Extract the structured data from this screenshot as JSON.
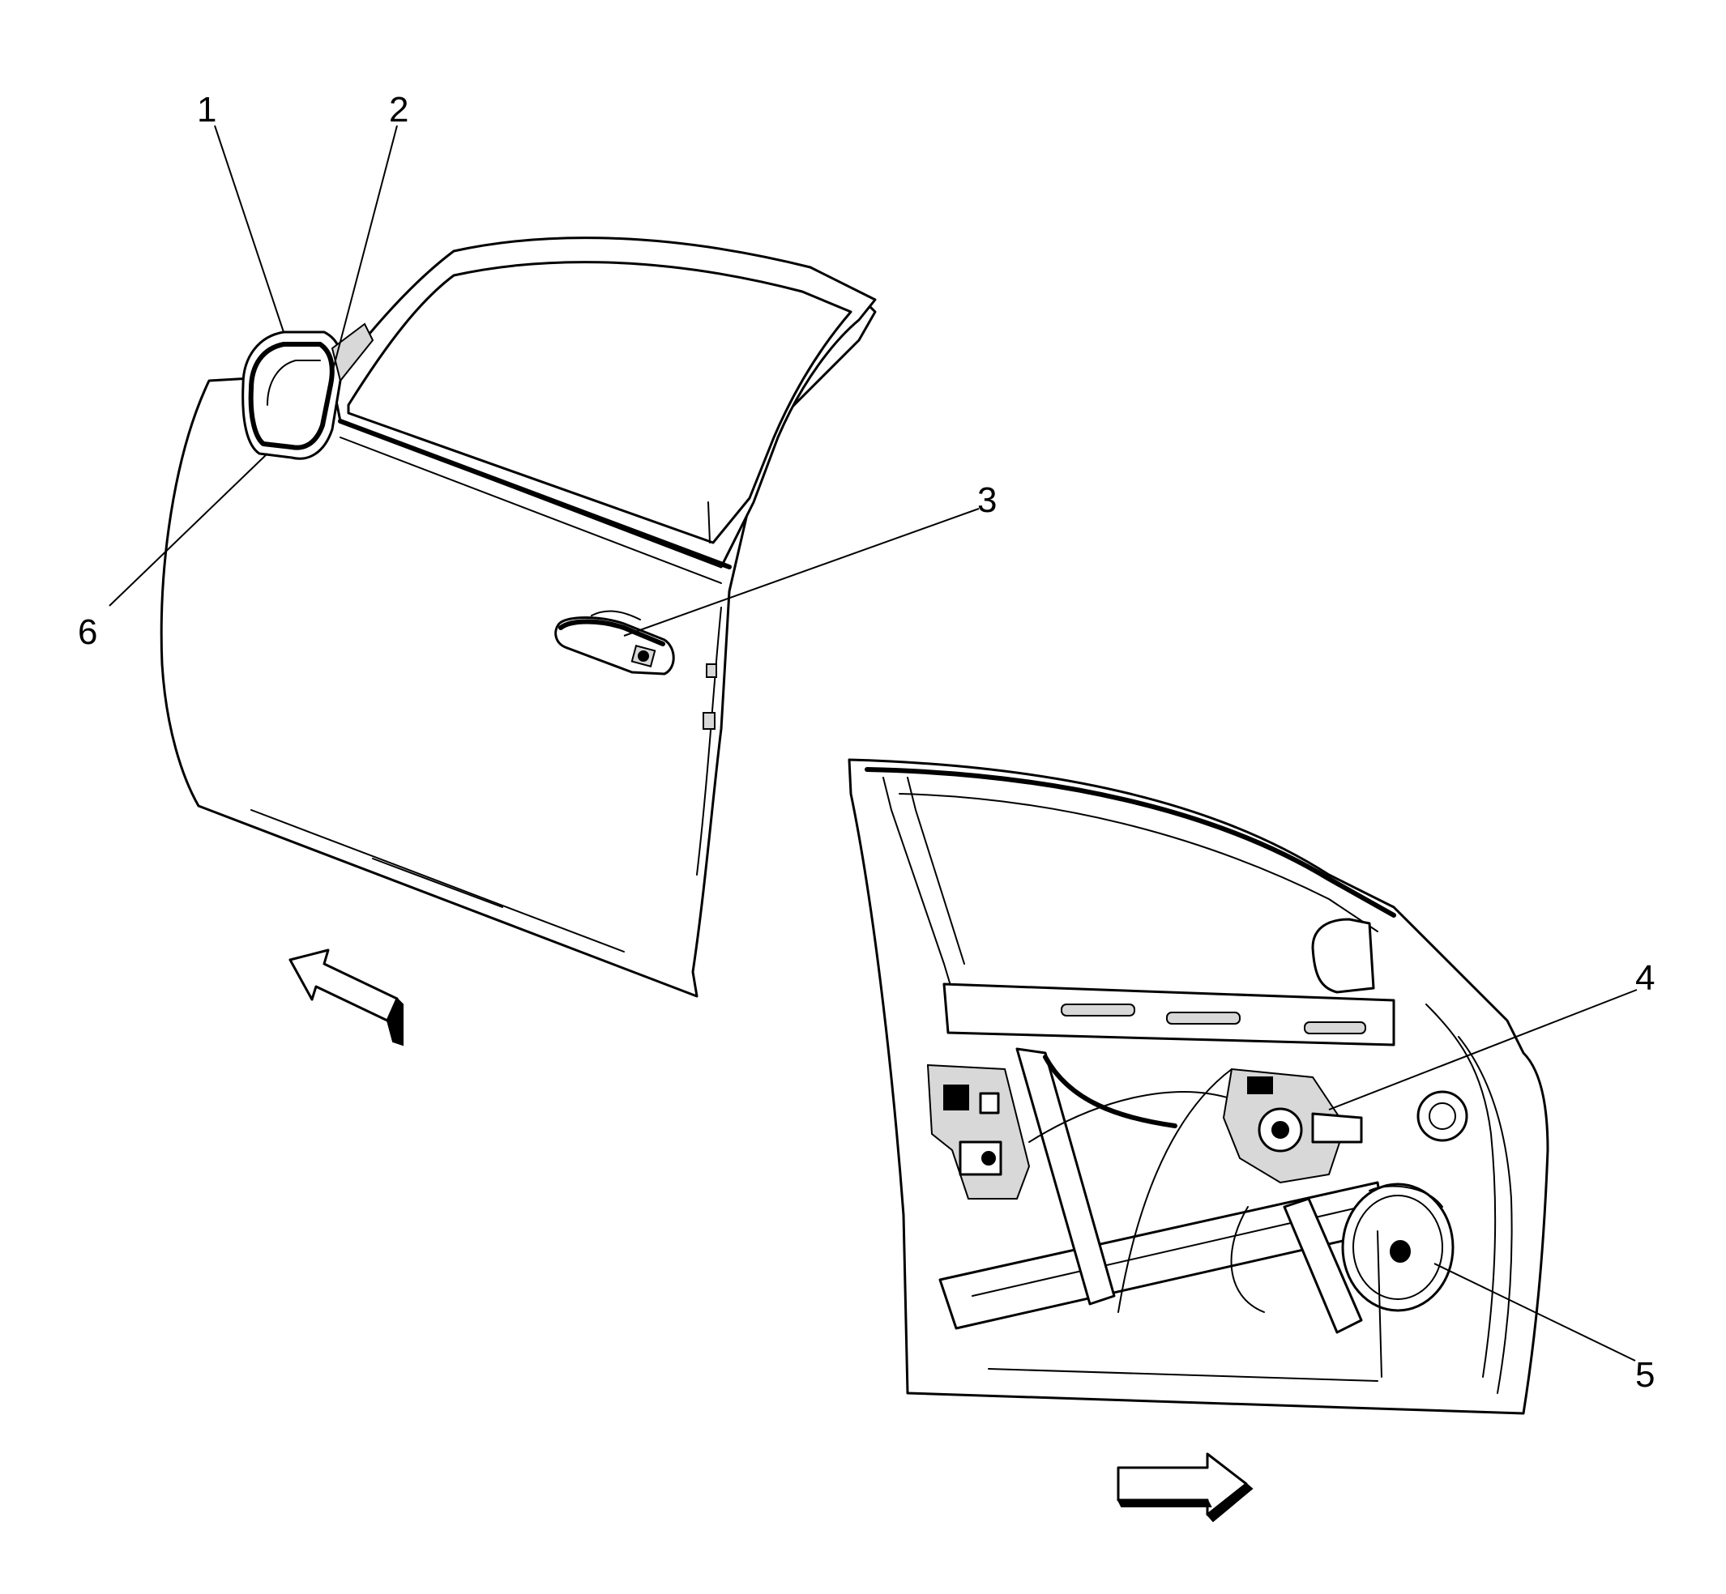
{
  "callouts": [
    {
      "id": "1",
      "label": "1"
    },
    {
      "id": "2",
      "label": "2"
    },
    {
      "id": "3",
      "label": "3"
    },
    {
      "id": "4",
      "label": "4"
    },
    {
      "id": "5",
      "label": "5"
    },
    {
      "id": "6",
      "label": "6"
    }
  ],
  "icons": {
    "view_arrow_outer": "view-direction-arrow-icon",
    "view_arrow_inner": "view-direction-arrow-icon"
  }
}
